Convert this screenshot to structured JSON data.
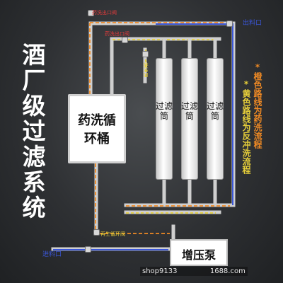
{
  "title_chars": [
    "酒",
    "厂",
    "级",
    "过",
    "滤",
    "系",
    "统"
  ],
  "tank": {
    "line1": "药洗循",
    "line2": "环桶"
  },
  "filters": [
    {
      "label": "过滤筒"
    },
    {
      "label": "过滤筒"
    },
    {
      "label": "过滤筒"
    }
  ],
  "pump": {
    "label": "增压泵"
  },
  "labels": {
    "wash_outlet_valve": "药洗出口阀",
    "wash_outlet_valve2": "药洗出口阀",
    "outlet": "出料口",
    "drain": "排污口",
    "regen_valve": "再生循环阀",
    "inlet": "进料口"
  },
  "notes": {
    "orange": "*橙色路线为药洗流程",
    "yellow": "*黄色路线为反冲洗流程"
  },
  "footer": "shop9133",
  "footer_tail": "1688.com",
  "colors": {
    "pipe": "#d9d9d9",
    "orange": "#f08a24",
    "yellow": "#e8d03a",
    "blue": "#3a56d8",
    "red_label": "#e23b3b"
  }
}
